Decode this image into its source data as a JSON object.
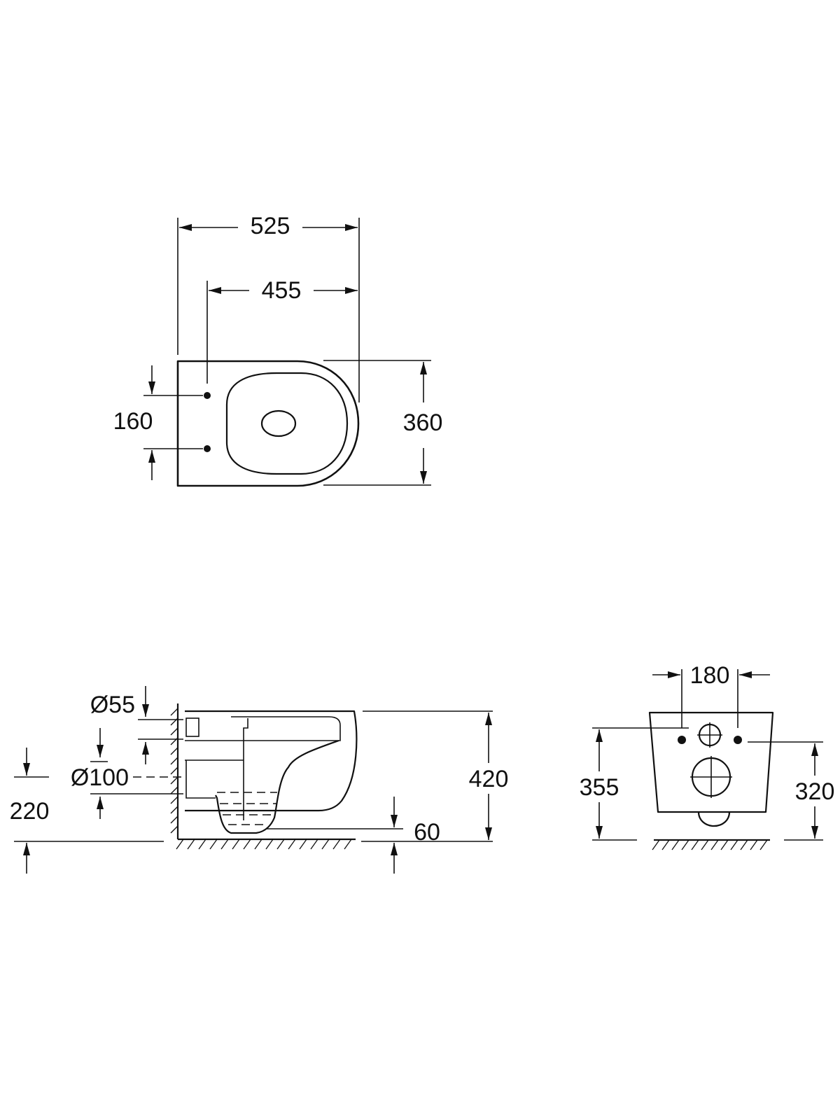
{
  "top_view": {
    "length_overall": "525",
    "length_to_holes": "455",
    "width": "360",
    "hole_spacing": "160"
  },
  "side_view": {
    "inlet_diameter": "Ø55",
    "outlet_diameter": "Ø100",
    "outlet_height": "220",
    "bowl_height": "420",
    "water_seal": "60"
  },
  "rear_view": {
    "bolt_spacing": "180",
    "height_to_inlet": "355",
    "height_to_bolts": "320"
  }
}
